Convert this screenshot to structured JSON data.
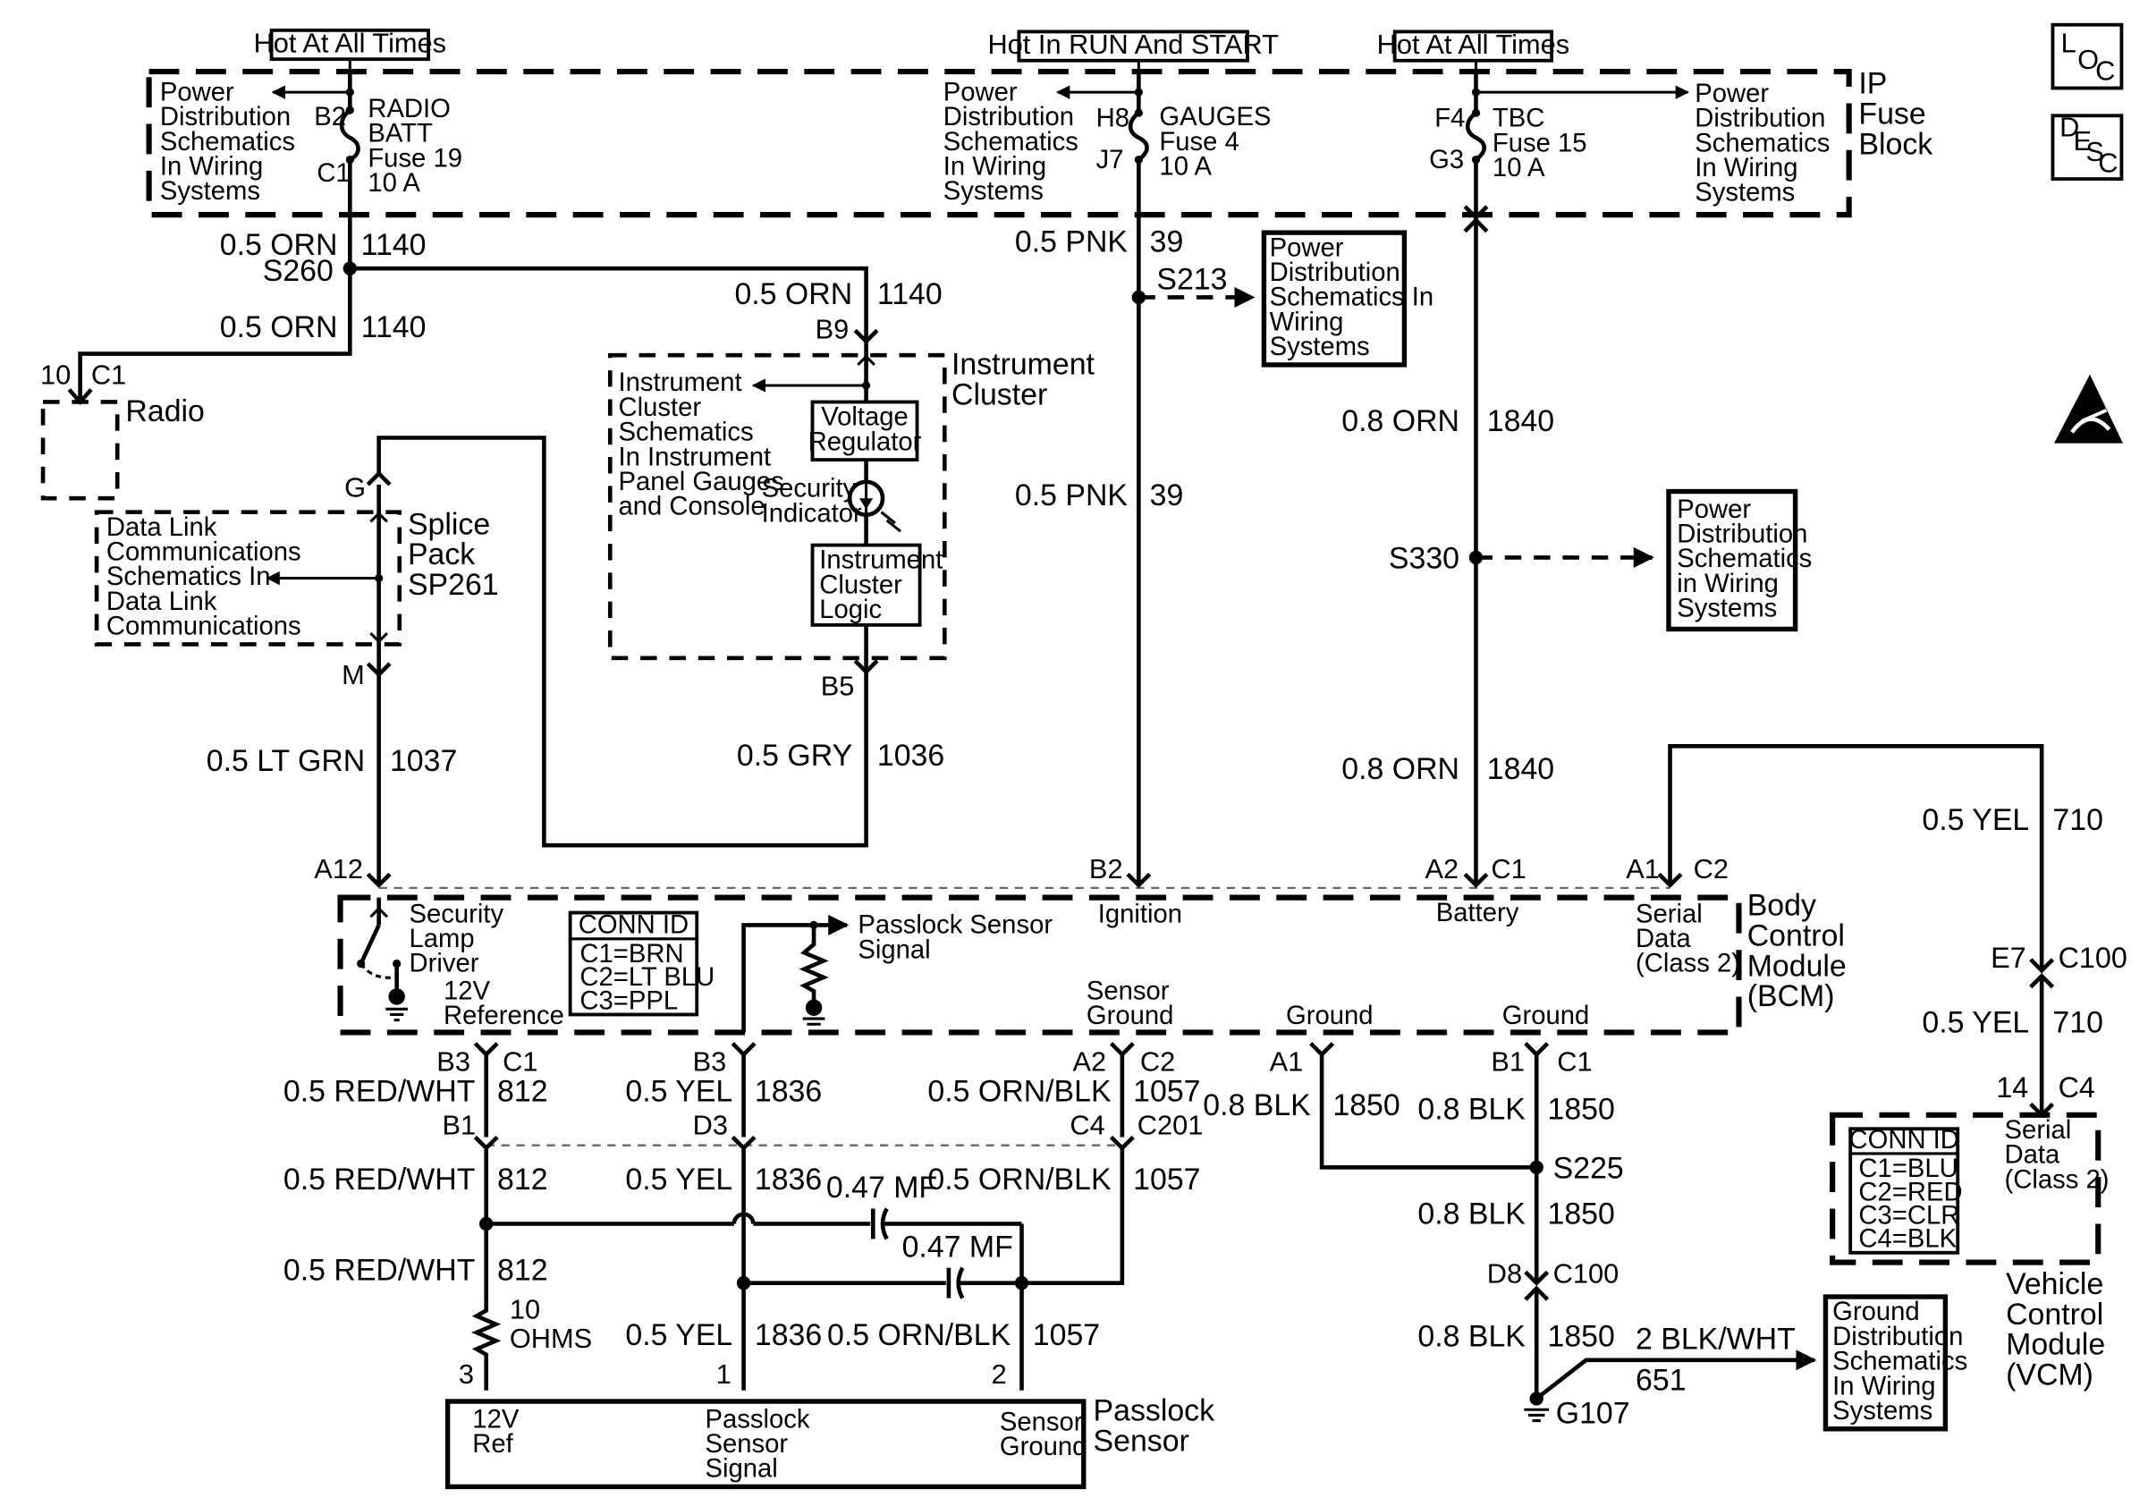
{
  "tags": {
    "hot_all_times_left": "Hot At All Times",
    "hot_run_start": "Hot In RUN And START",
    "hot_all_times_right": "Hot At All Times"
  },
  "icons": {
    "loc": [
      "L",
      "O",
      "C"
    ],
    "desc": [
      "D",
      "E",
      "S",
      "C"
    ],
    "esd": "esd-warning-icon"
  },
  "fuse_block": {
    "label_lines": [
      "IP",
      "Fuse",
      "Block"
    ],
    "power_dist_lines": [
      "Power",
      "Distribution",
      "Schematics",
      "In Wiring",
      "Systems"
    ],
    "fuse19": {
      "pin_top": "B2",
      "pin_bottom": "C1",
      "lines": [
        "RADIO",
        "BATT",
        "Fuse 19",
        "10 A"
      ]
    },
    "fuse4": {
      "pin_top": "H8",
      "pin_bottom": "J7",
      "lines": [
        "GAUGES",
        "Fuse 4",
        "10 A"
      ]
    },
    "fuse15": {
      "pin_top": "F4",
      "pin_bottom": "G3",
      "lines": [
        "TBC",
        "Fuse 15",
        "10 A"
      ]
    }
  },
  "wires": {
    "orn_top": {
      "size": "0.5 ORN",
      "circuit": "1140"
    },
    "s260": "S260",
    "orn_cluster": {
      "size": "0.5 ORN",
      "circuit": "1140"
    },
    "orn_radio": {
      "size": "0.5 ORN",
      "circuit": "1140"
    },
    "pnk_top": {
      "size": "0.5 PNK",
      "circuit": "39"
    },
    "s213": "S213",
    "pnk_mid": {
      "size": "0.5 PNK",
      "circuit": "39"
    },
    "orn_1840_top": {
      "size": "0.8 ORN",
      "circuit": "1840"
    },
    "s330": "S330",
    "orn_1840_bottom": {
      "size": "0.8 ORN",
      "circuit": "1840"
    },
    "ltgrn": {
      "size": "0.5 LT GRN",
      "circuit": "1037"
    },
    "gry": {
      "size": "0.5 GRY",
      "circuit": "1036"
    },
    "yel_710_top": {
      "size": "0.5 YEL",
      "circuit": "710"
    },
    "yel_710_bottom": {
      "size": "0.5 YEL",
      "circuit": "710"
    },
    "redwht_1": {
      "size": "0.5 RED/WHT",
      "circuit": "812"
    },
    "redwht_2": {
      "size": "0.5 RED/WHT",
      "circuit": "812"
    },
    "redwht_3": {
      "size": "0.5 RED/WHT",
      "circuit": "812"
    },
    "yel_1": {
      "size": "0.5 YEL",
      "circuit": "1836"
    },
    "yel_2": {
      "size": "0.5 YEL",
      "circuit": "1836"
    },
    "yel_3": {
      "size": "0.5 YEL",
      "circuit": "1836"
    },
    "ornblk_1": {
      "size": "0.5 ORN/BLK",
      "circuit": "1057"
    },
    "ornblk_2": {
      "size": "0.5 ORN/BLK",
      "circuit": "1057"
    },
    "ornblk_3": {
      "size": "0.5 ORN/BLK",
      "circuit": "1057"
    },
    "blk_a1": {
      "size": "0.8 BLK",
      "circuit": "1850"
    },
    "blk_b1": {
      "size": "0.8 BLK",
      "circuit": "1850"
    },
    "blk_s225": {
      "size": "0.8 BLK",
      "circuit": "1850"
    },
    "blk_g107": {
      "size": "0.8 BLK",
      "circuit": "1850"
    },
    "blkwht": {
      "size": "2 BLK/WHT",
      "circuit": "651"
    },
    "s225": "S225",
    "g107": "G107"
  },
  "cap1": "0.47 MF",
  "cap2": "0.47 MF",
  "resistor": [
    "10",
    "OHMS"
  ],
  "power_boxes": {
    "s213_box": [
      "Power",
      "Distribution",
      "Schematics In",
      "Wiring",
      "Systems"
    ],
    "s330_box": [
      "Power",
      "Distribution",
      "Schematics",
      "in Wiring",
      "Systems"
    ],
    "ground_box": [
      "Ground",
      "Distribution",
      "Schematics",
      "In Wiring",
      "Systems"
    ]
  },
  "radio": {
    "label": "Radio",
    "pin": "10",
    "conn": "C1"
  },
  "instrument_cluster": {
    "label": [
      "Instrument",
      "Cluster"
    ],
    "pin_top": "B9",
    "pin_bottom": "B5",
    "ref_lines": [
      "Instrument",
      "Cluster",
      "Schematics",
      "In Instrument",
      "Panel Gauges",
      "and Console"
    ],
    "voltage_regulator": [
      "Voltage",
      "Regulator"
    ],
    "security_indicator": [
      "Security",
      "Indicator"
    ],
    "cluster_logic": [
      "Instrument",
      "Cluster",
      "Logic"
    ]
  },
  "splice_pack": {
    "label": [
      "Splice",
      "Pack",
      "SP261"
    ],
    "pin_top": "G",
    "pin_bottom": "M",
    "ref_lines": [
      "Data Link",
      "Communications",
      "Schematics In",
      "Data Link",
      "Communications"
    ]
  },
  "bcm": {
    "label": [
      "Body",
      "Control",
      "Module",
      "(BCM)"
    ],
    "conn_id": {
      "title": "CONN ID",
      "lines": [
        "C1=BRN",
        "C2=LT BLU",
        "C3=PPL"
      ]
    },
    "security_lamp": [
      "Security",
      "Lamp",
      "Driver"
    ],
    "ref12v": [
      "12V",
      "Reference"
    ],
    "passlock_signal": [
      "Passlock Sensor",
      "Signal"
    ],
    "sensor_ground": [
      "Sensor",
      "Ground"
    ],
    "ground1": "Ground",
    "ground2": "Ground",
    "ignition": "Ignition",
    "battery": "Battery",
    "serial_data": [
      "Serial",
      "Data",
      "(Class 2)"
    ],
    "pins_top": {
      "a12": "A12",
      "b2": "B2",
      "a2": "A2",
      "c1": "C1",
      "a1": "A1",
      "c2": "C2"
    },
    "pins_bottom": {
      "b3a": "B3",
      "c1a": "C1",
      "b3b": "B3",
      "a2": "A2",
      "c2": "C2",
      "a1": "A1",
      "b1": "B1",
      "c1b": "C1"
    }
  },
  "c201": {
    "b1": "B1",
    "d3": "D3",
    "c4": "C4",
    "c201": "C201"
  },
  "c100": {
    "e7": "E7",
    "c100": "C100",
    "d8": "D8",
    "c100b": "C100"
  },
  "vcm": {
    "label": [
      "Vehicle",
      "Control",
      "Module",
      "(VCM)"
    ],
    "pin": "14",
    "conn": "C4",
    "serial_data": [
      "Serial",
      "Data",
      "(Class 2)"
    ],
    "conn_id": {
      "title": "CONN ID",
      "lines": [
        "C1=BLU",
        "C2=RED",
        "C3=CLR",
        "C4=BLK"
      ]
    }
  },
  "passlock_sensor": {
    "label": [
      "Passlock",
      "Sensor"
    ],
    "pin3": "3",
    "pin1": "1",
    "pin2": "2",
    "ref": [
      "12V",
      "Ref"
    ],
    "signal": [
      "Passlock",
      "Sensor",
      "Signal"
    ],
    "ground": [
      "Sensor",
      "Ground"
    ]
  }
}
